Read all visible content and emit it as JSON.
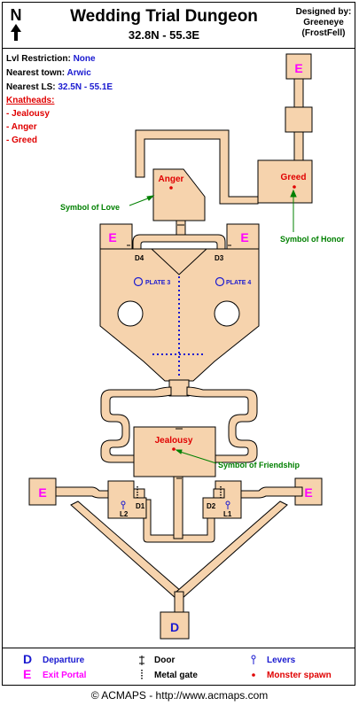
{
  "header": {
    "title": "Wedding Trial Dungeon",
    "coords": "32.8N - 55.3E",
    "designer_line1": "Designed by:",
    "designer_line2": "Greeneye",
    "designer_line3": "(FrostFell)",
    "compass_letter": "N"
  },
  "info": {
    "lvl_label": "Lvl Restriction:",
    "lvl_value": "None",
    "town_label": "Nearest town:",
    "town_value": "Arwic",
    "ls_label": "Nearest LS:",
    "ls_value": "32.5N - 55.1E",
    "knatheads_label": "Knatheads:",
    "knatheads": [
      "- Jealousy",
      "- Anger",
      "- Greed"
    ]
  },
  "map_labels": {
    "anger": "Anger",
    "greed": "Greed",
    "jealousy": "Jealousy",
    "symbol_love": "Symbol of Love",
    "symbol_honor": "Symbol of Honor",
    "symbol_friendship": "Symbol of Friendship",
    "plate3": "PLATE 3",
    "plate4": "PLATE 4",
    "d1": "D1",
    "d2": "D2",
    "d3": "D3",
    "d4": "D4",
    "l1": "L1",
    "l2": "L2",
    "exit": "E",
    "departure": "D"
  },
  "legend": {
    "departure_sym": "D",
    "departure": "Departure",
    "exit_sym": "E",
    "exit": "Exit Portal",
    "door": "Door",
    "gate": "Metal gate",
    "levers": "Levers",
    "spawn": "Monster spawn"
  },
  "footer": "© ACMAPS - http://www.acmaps.com",
  "colors": {
    "floor": "#f6d3ad",
    "outline": "#000000",
    "blue": "#1a1ad0",
    "red": "#e00000",
    "magenta": "#ff00ff",
    "green": "#008000"
  }
}
